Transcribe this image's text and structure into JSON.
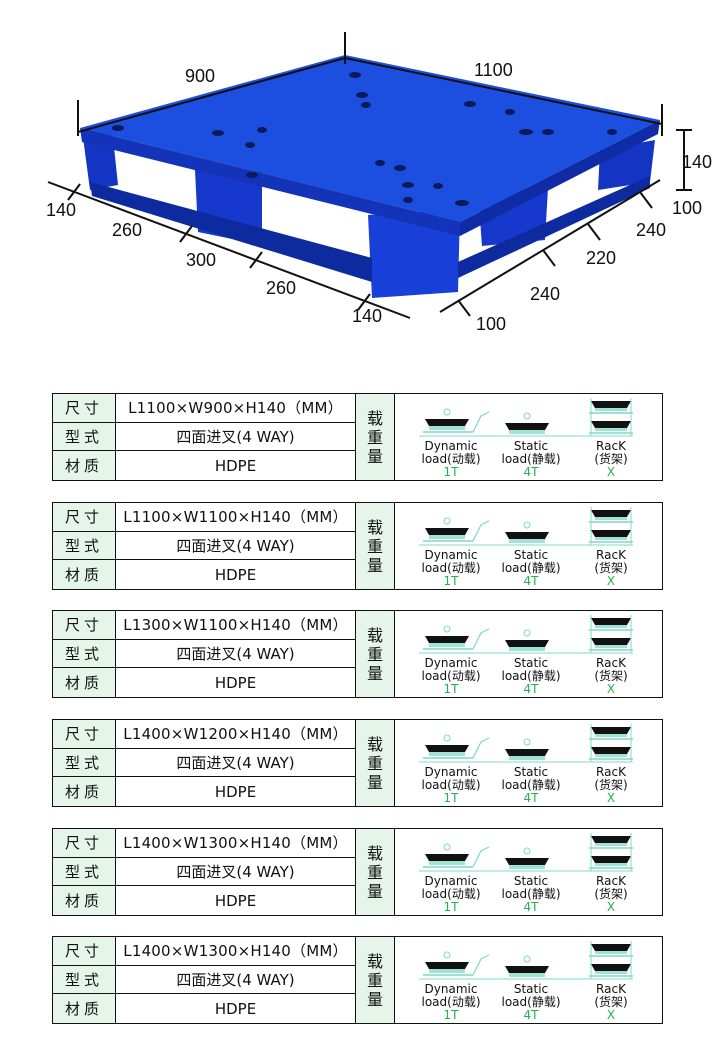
{
  "figure": {
    "dimensions": {
      "top_left": "900",
      "top_right": "1100",
      "height": "140",
      "left_edge": "140",
      "left_seg_1": "260",
      "left_seg_2": "300",
      "left_seg_3": "260",
      "left_seg_4": "140",
      "right_top_100": "100",
      "right_seg_1": "240",
      "right_seg_2": "220",
      "right_seg_3": "240",
      "right_bottom_100": "100"
    },
    "colors": {
      "pallet_top": "#1c4fe0",
      "pallet_side": "#1334b8",
      "pallet_dark": "#0c2490"
    }
  },
  "labels": {
    "size_key": "尺寸",
    "type_key": "型式",
    "material_key": "材质",
    "load_key": [
      "载",
      "重",
      "量"
    ]
  },
  "load_modes": [
    {
      "mode": "Dynamic",
      "mode_cn": "load(动载)",
      "icon": "pallet-on-forklift-icon"
    },
    {
      "mode": "Static",
      "mode_cn": "load(静载)",
      "icon": "pallet-on-floor-icon"
    },
    {
      "mode": "RacK",
      "mode_cn": "(货架)",
      "icon": "pallet-on-rack-icon"
    }
  ],
  "specs": [
    {
      "size": "L1100×W900×H140（MM）",
      "type": "四面进叉(4 WAY)",
      "material": "HDPE",
      "dynamic": "1T",
      "static": "4T",
      "rack": "X"
    },
    {
      "size": "L1100×W1100×H140（MM）",
      "type": "四面进叉(4 WAY)",
      "material": "HDPE",
      "dynamic": "1T",
      "static": "4T",
      "rack": "X"
    },
    {
      "size": "L1300×W1100×H140（MM）",
      "type": "四面进叉(4 WAY)",
      "material": "HDPE",
      "dynamic": "1T",
      "static": "4T",
      "rack": "X"
    },
    {
      "size": "L1400×W1200×H140（MM）",
      "type": "四面进叉(4 WAY)",
      "material": "HDPE",
      "dynamic": "1T",
      "static": "4T",
      "rack": "X"
    },
    {
      "size": "L1400×W1300×H140（MM）",
      "type": "四面进叉(4 WAY)",
      "material": "HDPE",
      "dynamic": "1T",
      "static": "4T",
      "rack": "X"
    },
    {
      "size": "L1400×W1300×H140（MM）",
      "type": "四面进叉(4 WAY)",
      "material": "HDPE",
      "dynamic": "1T",
      "static": "4T",
      "rack": "X"
    }
  ]
}
